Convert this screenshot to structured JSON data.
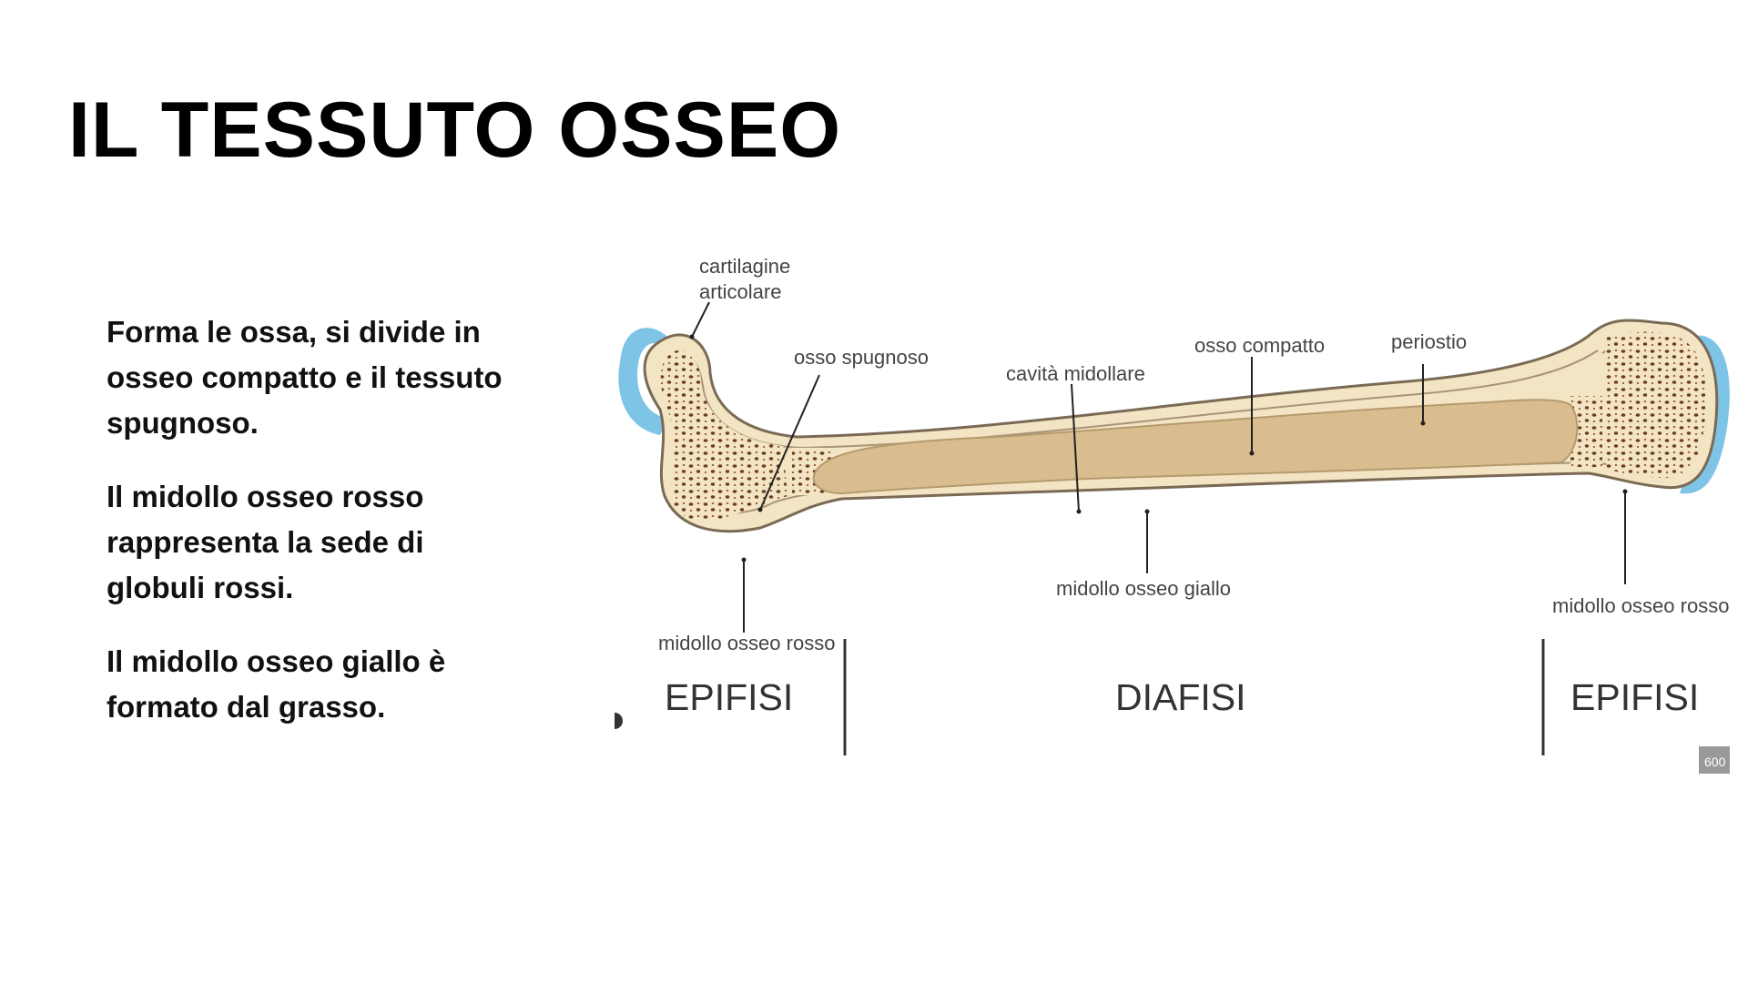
{
  "slide": {
    "title": "IL TESSUTO OSSEO",
    "paragraphs": [
      "Forma le ossa, si divide in osseo compatto e il tessuto spugnoso.",
      "Il midollo osseo rosso rappresenta la sede di globuli rossi.",
      "Il midollo osseo giallo è formato dal grasso."
    ]
  },
  "diagram": {
    "labels": {
      "cartilage_line1": "cartilagine",
      "cartilage_line2": "articolare",
      "spongy_bone": "osso spugnoso",
      "medullary_cavity": "cavità midollare",
      "compact_bone": "osso compatto",
      "periosteum": "periostio",
      "yellow_marrow": "midollo osseo giallo",
      "red_marrow_left": "midollo osseo rosso",
      "red_marrow_right": "midollo osseo rosso"
    },
    "regions": {
      "left": "EPIFISI",
      "center": "DIAFISI",
      "right": "EPIFISI"
    },
    "corner_badge": "600",
    "colors": {
      "cartilage": "#7ec4e6",
      "bone": "#f3e4c4",
      "marrow": "#d9bd8f",
      "pores": "#6b3c1d",
      "outline": "#7a6a55"
    }
  }
}
